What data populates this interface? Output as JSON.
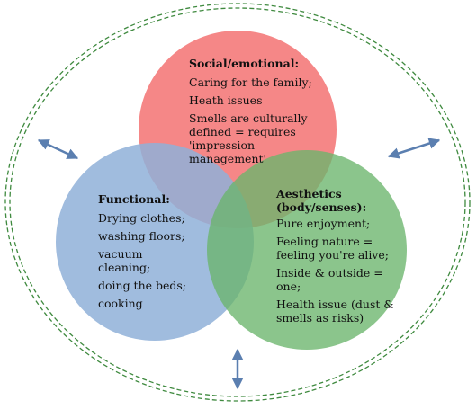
{
  "circles": {
    "social": {
      "title": "Social/emotional:",
      "items": [
        "Caring for the family;",
        "Heath issues",
        "Smells are culturally defined = requires 'impression management'"
      ],
      "color": "#f47a7a"
    },
    "functional": {
      "title": "Functional:",
      "items": [
        "Drying clothes;",
        "washing floors;",
        "vacuum cleaning;",
        "doing the beds;",
        "cooking"
      ],
      "color": "#8fb0d8"
    },
    "aesthetics": {
      "title": "Aesthetics (body/senses):",
      "items": [
        "Pure enjoyment;",
        "Feeling nature = feeling you're alive;",
        "Inside & outside = one;",
        "Health issue (dust & smells as risks)"
      ],
      "color": "#6ab56c"
    }
  },
  "colors": {
    "outer_ring": "#3f8a3f",
    "arrows": "#5b7fb0"
  }
}
